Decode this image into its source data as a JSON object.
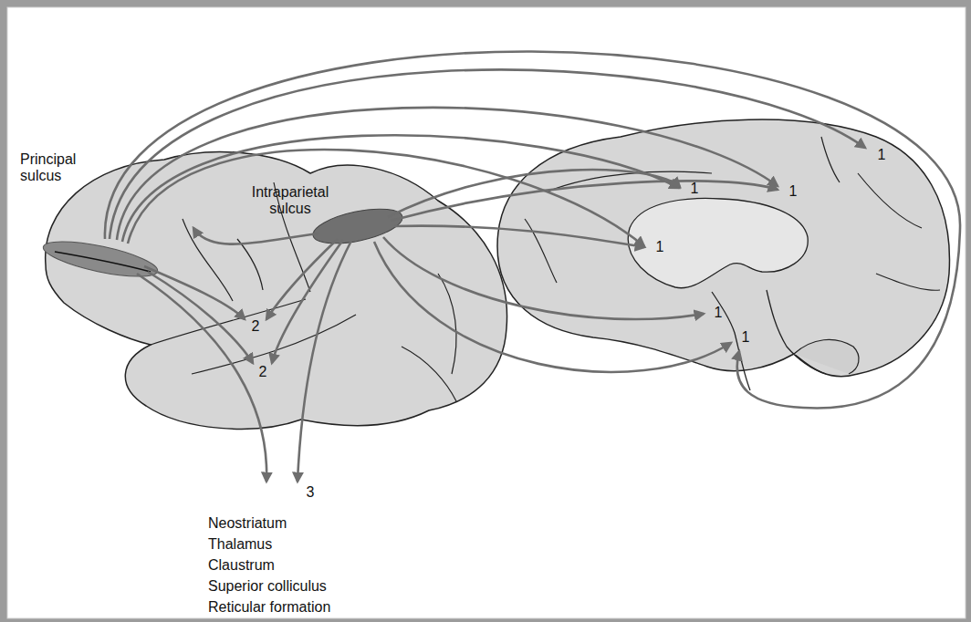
{
  "diagram": {
    "labels": [
      "Principal sulcus",
      "Intraparietal sulcus",
      "1",
      "1",
      "1",
      "1",
      "1",
      "1",
      "2",
      "2",
      "3",
      "Neostriatum",
      "Thalamus",
      "Claustrum",
      "Superior colliculus",
      "Reticular formation"
    ]
  }
}
